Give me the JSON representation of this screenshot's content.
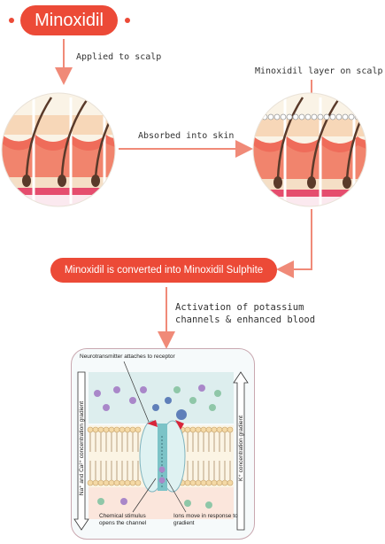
{
  "title": "Minoxidil",
  "steps": {
    "applied": "Applied to scalp",
    "layer": "Minoxidil layer on scalp",
    "absorbed": "Absorbed into skin",
    "converted": "Minoxidil is converted into Minoxidil Sulphite",
    "activation_line1": "Activation of potassium",
    "activation_line2": "channels & enhanced blood"
  },
  "membrane": {
    "neurotransmitter": "Neurotransmitter attaches to receptor",
    "left_gradient": "Na⁺ and Ca²⁺ concentration gradient",
    "right_gradient": "K⁺ concentration gradient",
    "stimulus": "Chemical stimulus opens the channel",
    "ions": "Ions move in response to gradient"
  },
  "colors": {
    "accent": "#ec4a37",
    "arrow": "#f08a78"
  }
}
